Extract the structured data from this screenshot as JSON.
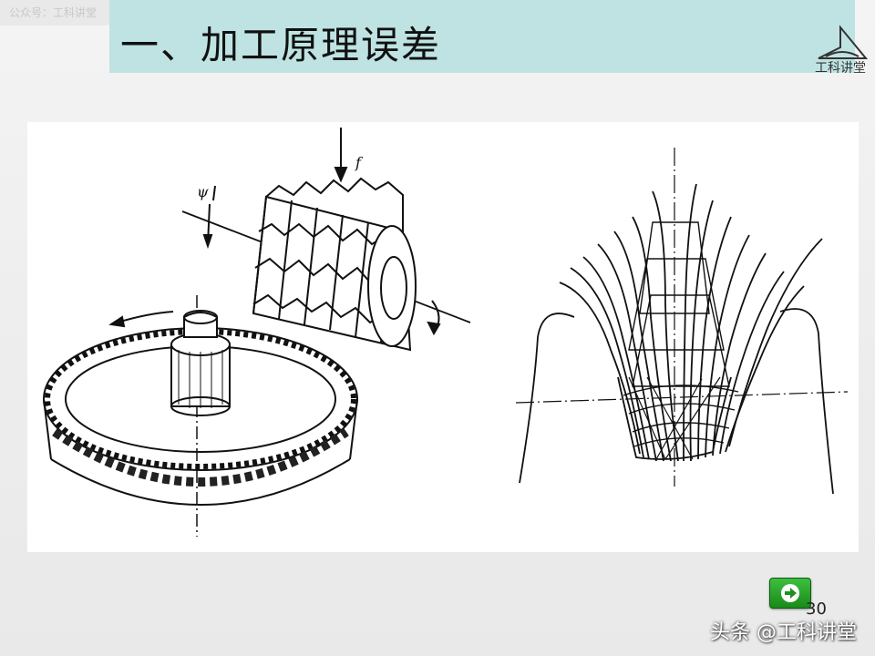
{
  "watermark_top": "公众号：工科讲堂",
  "title": "一、加工原理误差",
  "logo_text": "工科讲堂",
  "figure": {
    "label_feed": "f",
    "label_angle": "ψ"
  },
  "page_number": "30",
  "watermark_bottom": "头条 @工科讲堂",
  "colors": {
    "title_bar": "#bfe3e3",
    "nav_button": "#2aa52a"
  },
  "icons": {
    "next": "arrow-right-icon"
  }
}
